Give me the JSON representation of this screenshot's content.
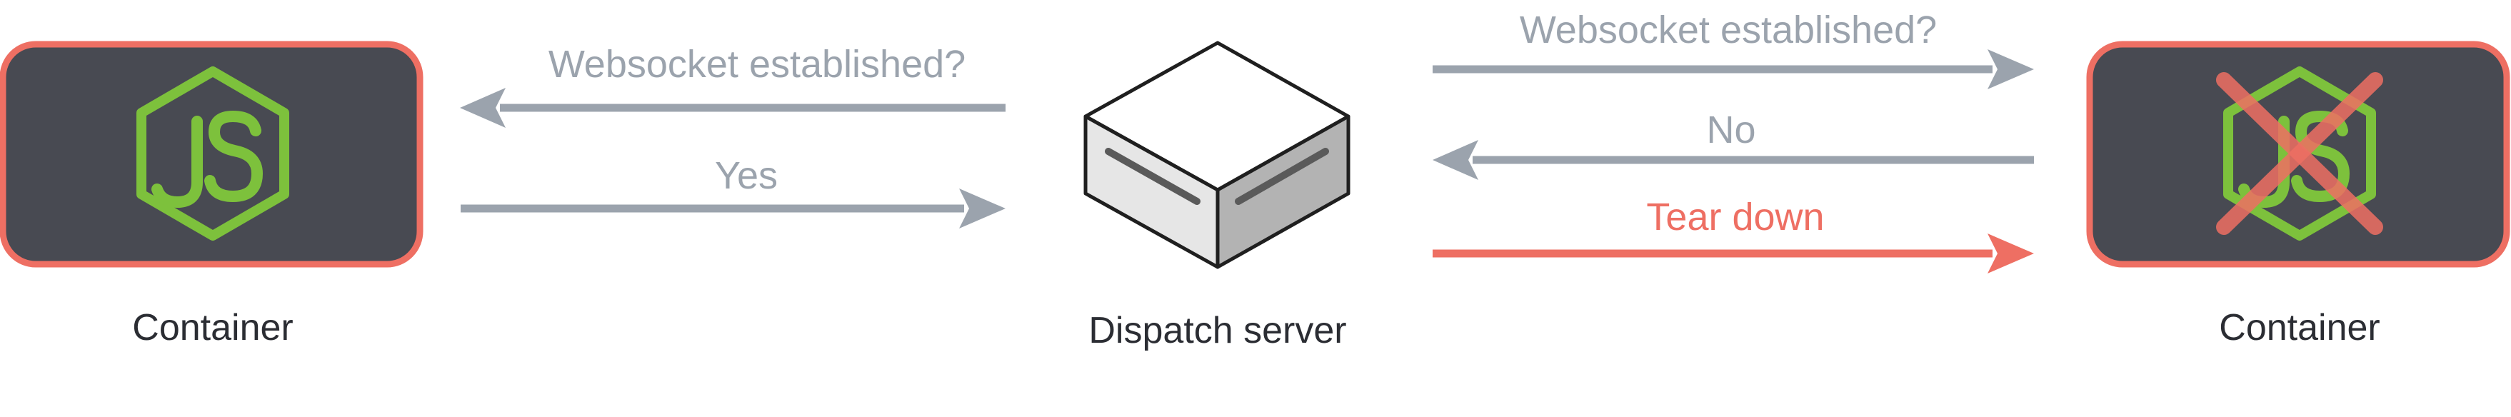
{
  "colors": {
    "gray_arrow": "#9ba3ad",
    "red_arrow": "#ee6f63",
    "container_fill": "#484a52",
    "container_border": "#ee6f63",
    "node_green": "#7dc13c",
    "text_dark": "#2b2d33"
  },
  "left_container": {
    "caption": "Container",
    "icon": "nodejs-logo-icon"
  },
  "right_container": {
    "caption": "Container",
    "icon": "nodejs-logo-crossed-icon"
  },
  "server": {
    "caption": "Dispatch server",
    "icon": "server-box-icon"
  },
  "left_arrows": [
    {
      "label": "Websocket established?",
      "direction": "left",
      "color": "gray"
    },
    {
      "label": "Yes",
      "direction": "right",
      "color": "gray"
    }
  ],
  "right_arrows": [
    {
      "label": "Websocket established?",
      "direction": "right",
      "color": "gray"
    },
    {
      "label": "No",
      "direction": "left",
      "color": "gray"
    },
    {
      "label": "Tear down",
      "direction": "right",
      "color": "red"
    }
  ]
}
